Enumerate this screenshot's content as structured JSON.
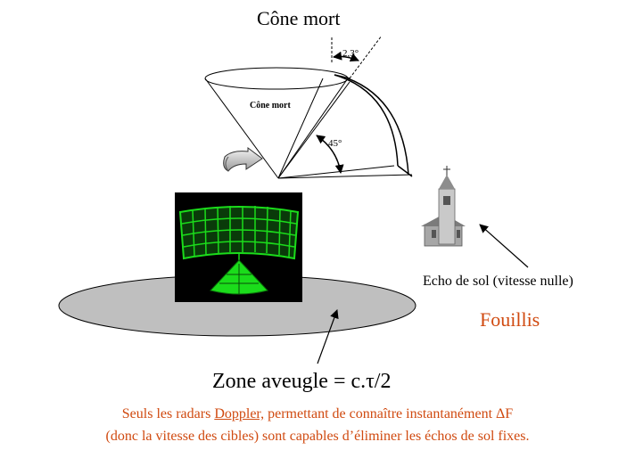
{
  "title": "Cône mort",
  "labels": {
    "cone_inner": "Cône mort",
    "angle_small": "2,3°",
    "angle_large": "45°",
    "echo": "Echo de sol (vitesse nulle)",
    "fouillis": "Fouillis",
    "zone": "Zone aveugle = c.τ/2"
  },
  "note": {
    "line1_prefix": "Seuls les radars ",
    "line1_link": "Doppler,",
    "line1_suffix": " permettant de connaître instantanément ΔF",
    "line2": "(donc la vitesse des cibles) sont capables d’éliminer les échos de sol fixes."
  },
  "colors": {
    "note": "#d04a10",
    "antenna": "#1bdc1b",
    "antenna_bg": "#000000",
    "ground": "#bfbfbf"
  },
  "icons": [
    "church-icon",
    "rotation-arrow-icon",
    "radar-antenna-icon"
  ]
}
